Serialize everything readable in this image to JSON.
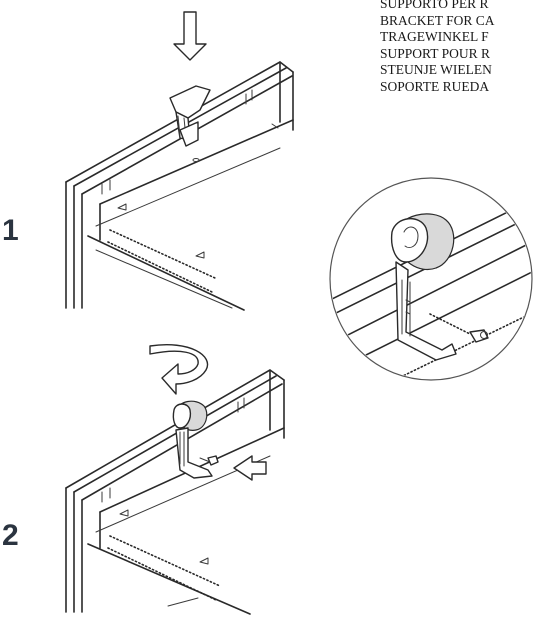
{
  "labels": [
    "SUPPORTO PER R",
    "BRACKET FOR CA",
    "TRAGEWINKEL F",
    "SUPPORT POUR R",
    "STEUNJE WIELEN",
    "SOPORTE RUEDA"
  ],
  "steps": {
    "first": "1",
    "second": "2"
  }
}
